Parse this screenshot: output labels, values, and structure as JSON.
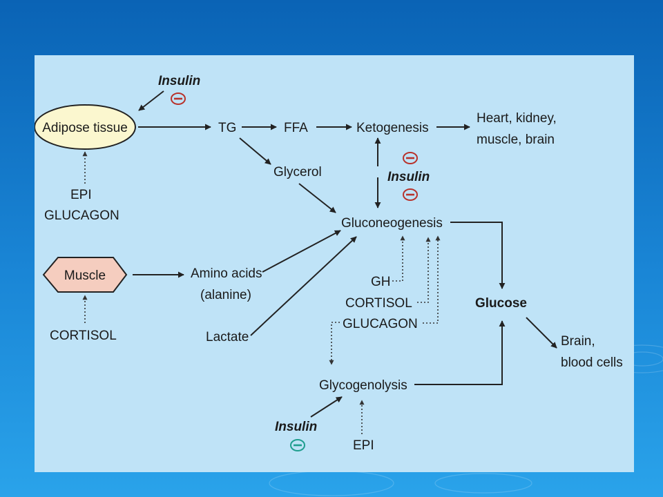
{
  "nodes": {
    "adipose_tissue": "Adipose tissue",
    "tg": "TG",
    "ffa": "FFA",
    "ketogenesis": "Ketogenesis",
    "heart_line1": "Heart, kidney,",
    "heart_line2": "muscle, brain",
    "glycerol": "Glycerol",
    "gluconeogenesis": "Gluconeogenesis",
    "muscle": "Muscle",
    "amino_line1": "Amino acids",
    "amino_line2": "(alanine)",
    "lactate": "Lactate",
    "glucose": "Glucose",
    "brain_line1": "Brain,",
    "brain_line2": "blood cells",
    "glycogenolysis": "Glycogenolysis"
  },
  "regulators": {
    "insulin_top": "Insulin",
    "insulin_mid": "Insulin",
    "insulin_bottom": "Insulin",
    "epi_left": "EPI",
    "glucagon_left": "GLUCAGON",
    "cortisol_left": "CORTISOL",
    "gh": "GH",
    "cortisol_mid": "CORTISOL",
    "glucagon_mid": "GLUCAGON",
    "epi_bottom": "EPI"
  },
  "colors": {
    "inhibit_red": "#b8322b",
    "inhibit_teal": "#1f9e8e",
    "adipose_fill": "#fbf7cf",
    "muscle_fill": "#f5cdbf"
  }
}
